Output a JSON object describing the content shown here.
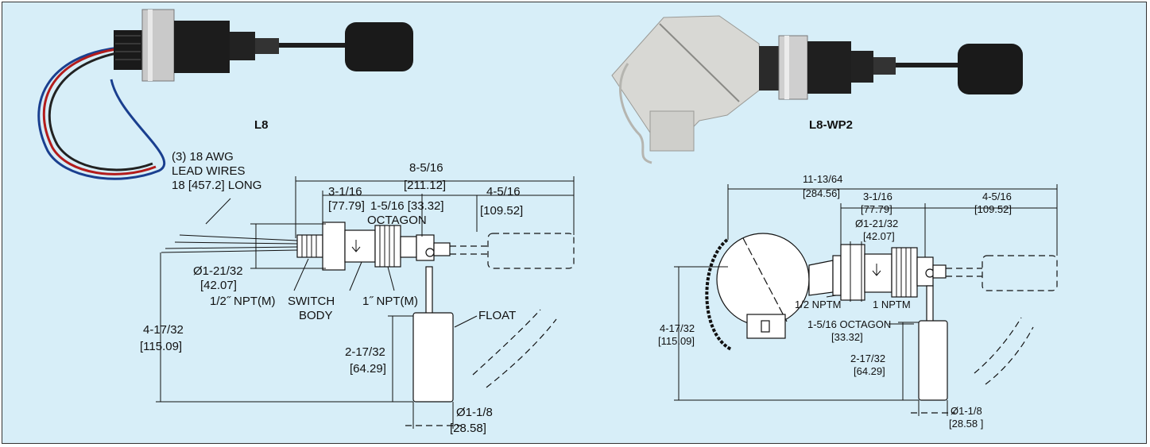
{
  "l8": {
    "caption": "L8",
    "lead_wires": [
      "(3) 18 AWG",
      "LEAD WIRES",
      "18 [457.2] LONG"
    ],
    "overall_len": [
      "8-5/16",
      "[211.12]"
    ],
    "body_len": [
      "3-1/16",
      "[77.79]"
    ],
    "octagon": [
      "1-5/16 [33.32]",
      "OCTAGON"
    ],
    "float_len": [
      "4-5/16",
      "[109.52]"
    ],
    "dia": [
      "Ø1-21/32",
      "[42.07]"
    ],
    "npt_half": "1/2˝ NPT(M)",
    "switch_body": [
      "SWITCH",
      "BODY"
    ],
    "npt_one": "1˝ NPT(M)",
    "float_label": "FLOAT",
    "height": [
      "4-17/32",
      "[115.09]"
    ],
    "float_drop": [
      "2-17/32",
      "[64.29]"
    ],
    "float_dia": [
      "Ø1-1/8",
      "[28.58]"
    ]
  },
  "l8wp2": {
    "caption": "L8-WP2",
    "overall_len": [
      "11-13/64",
      "[284.56]"
    ],
    "body_len": [
      "3-1/16",
      "[77.79]"
    ],
    "float_len": [
      "4-5/16",
      "[109.52]"
    ],
    "dia": [
      "Ø1-21/32",
      "[42.07]"
    ],
    "npt_half": "1/2 NPTM",
    "npt_one": "1 NPTM",
    "octagon": [
      "1-5/16 OCTAGON",
      "[33.32]"
    ],
    "height": [
      "4-17/32",
      "[115.09]"
    ],
    "float_drop": [
      "2-17/32",
      "[64.29]"
    ],
    "float_dia": [
      "Ø1-1/8",
      "[28.58 ]"
    ]
  }
}
